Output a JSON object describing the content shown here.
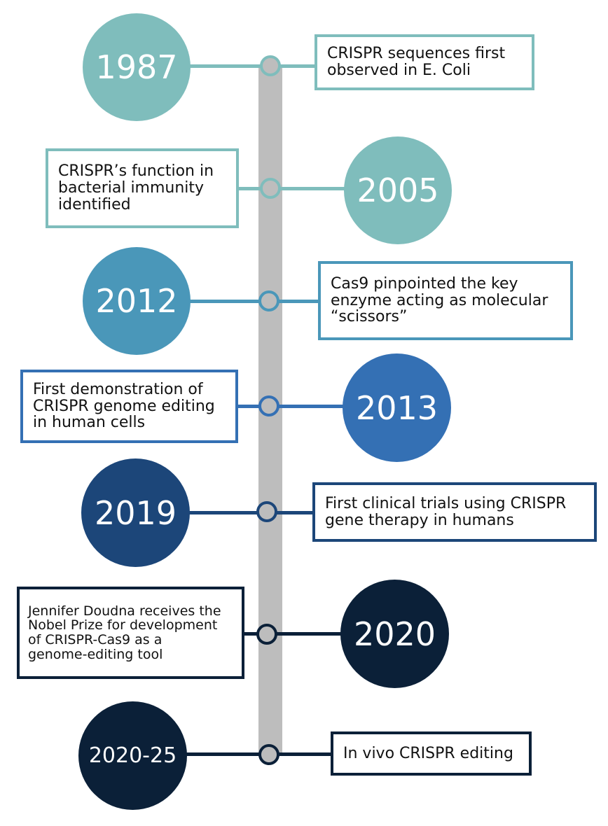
{
  "timeline": {
    "events": [
      {
        "year": "1987",
        "text": "CRISPR sequences first\nobserved in E. Coli",
        "color": "#7fbdbc"
      },
      {
        "year": "2005",
        "text": "CRISPR’s function in\nbacterial immunity\nidentified",
        "color": "#7fbdbc"
      },
      {
        "year": "2012",
        "text": "Cas9 pinpointed the key\nenzyme acting as molecular\n“scissors”",
        "color": "#4a97b9"
      },
      {
        "year": "2013",
        "text": "First demonstration of\nCRISPR genome editing\nin human cells",
        "color": "#3470b4"
      },
      {
        "year": "2019",
        "text": "First clinical trials using CRISPR\ngene therapy in humans",
        "color": "#1c4679"
      },
      {
        "year": "2020",
        "text": "Jennifer Doudna  receives the\nNobel Prize for development\nof CRISPR-Cas9 as a\ngenome-editing tool",
        "color": "#0b2038"
      },
      {
        "year": "2020-25",
        "text": "In vivo CRISPR editing",
        "color": "#0b2038"
      }
    ]
  }
}
